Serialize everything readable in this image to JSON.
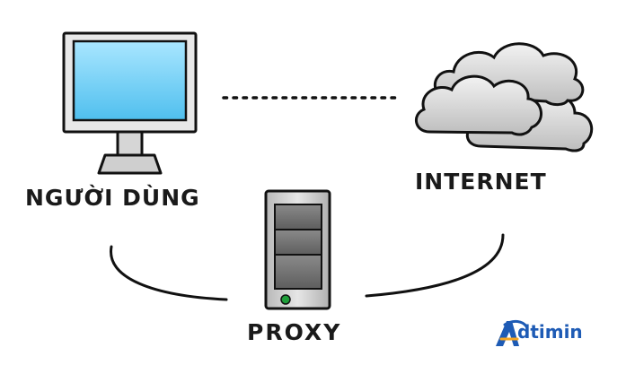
{
  "diagram": {
    "nodes": {
      "user": {
        "label": "NGƯỜI DÙNG",
        "icon": "monitor-icon"
      },
      "internet": {
        "label": "INTERNET",
        "icon": "cloud-icon"
      },
      "proxy": {
        "label": "PROXY",
        "icon": "server-icon"
      }
    },
    "connections": [
      {
        "from": "user",
        "to": "internet",
        "style": "dotted"
      },
      {
        "from": "user",
        "to": "proxy",
        "style": "curve"
      },
      {
        "from": "proxy",
        "to": "internet",
        "style": "curve"
      }
    ]
  },
  "branding": {
    "logo_text": "dtimin",
    "colors": {
      "primary": "#1e5bb5",
      "accent": "#f5a623"
    }
  },
  "colors": {
    "screen": "#7fd3f7",
    "monitor_frame": "#dcdcdc",
    "server_body": "#cfcfcf",
    "server_led": "#1f9e3a",
    "cloud_fill": "#d9d9d9"
  }
}
